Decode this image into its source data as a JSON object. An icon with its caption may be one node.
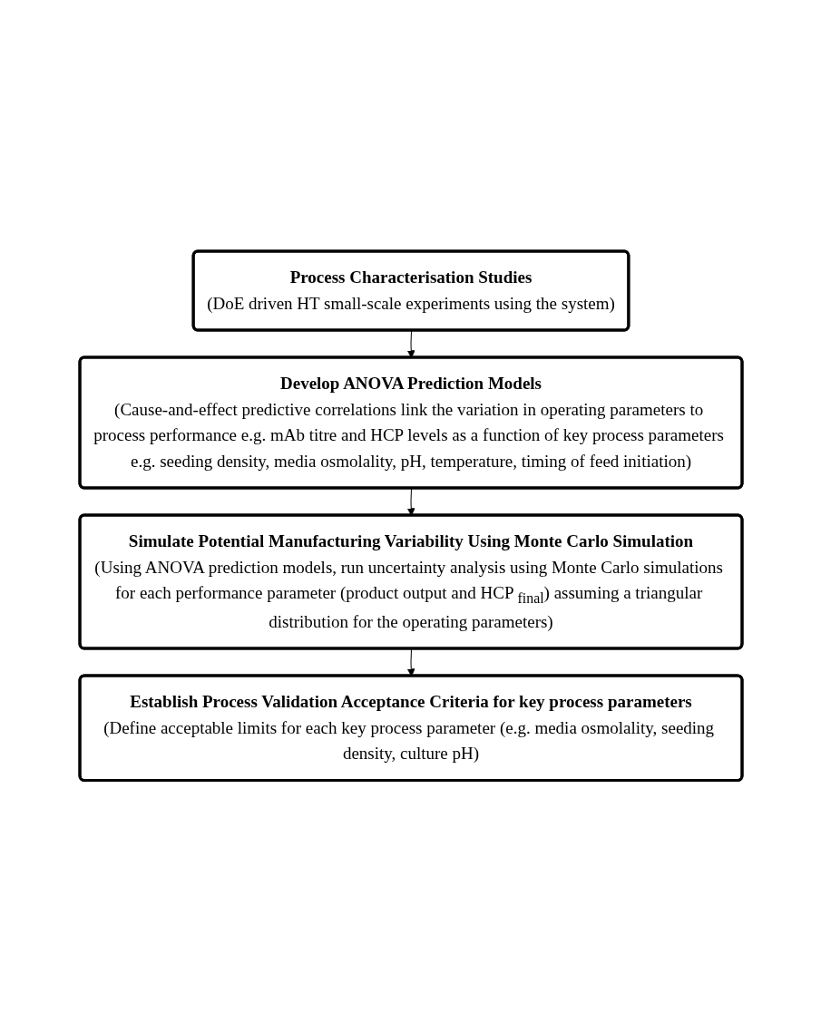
{
  "diagram": {
    "nodes": [
      {
        "text": [
          "Process Characterisation Studies",
          "(DoE driven HT small-scale experiments using the system)"
        ]
      },
      {
        "text": [
          "Develop ANOVA Prediction Models",
          "(Cause-and-effect predictive correlations link the variation in operating parameters to process performance e.g. mAb titre and HCP levels as a function of key process parameters e.g. seeding density, media osmolality, pH, temperature, timing of feed initiation)"
        ]
      },
      {
        "text": [
          "Simulate Potential Manufacturing Variability Using Monte Carlo Simulation",
          "(Using ANOVA prediction models, run uncertainty analysis using Monte Carlo simulations for each performance parameter (product output and HCP $_{final}$) assuming a triangular distribution for the operating parameters)"
        ]
      },
      {
        "text": [
          "Establish Process Validation Acceptance Criteria for key process parameters",
          "(Define acceptable limits for each key process parameter (e.g. media osmolality, seeding density, culture pH)"
        ]
      }
    ],
    "edges": [
      {
        "from": 0,
        "to": 1,
        "arrow": "to"
      },
      {
        "from": 1,
        "to": 2,
        "arrow": "to"
      },
      {
        "from": 2,
        "to": 3,
        "arrow": "to"
      }
    ]
  }
}
